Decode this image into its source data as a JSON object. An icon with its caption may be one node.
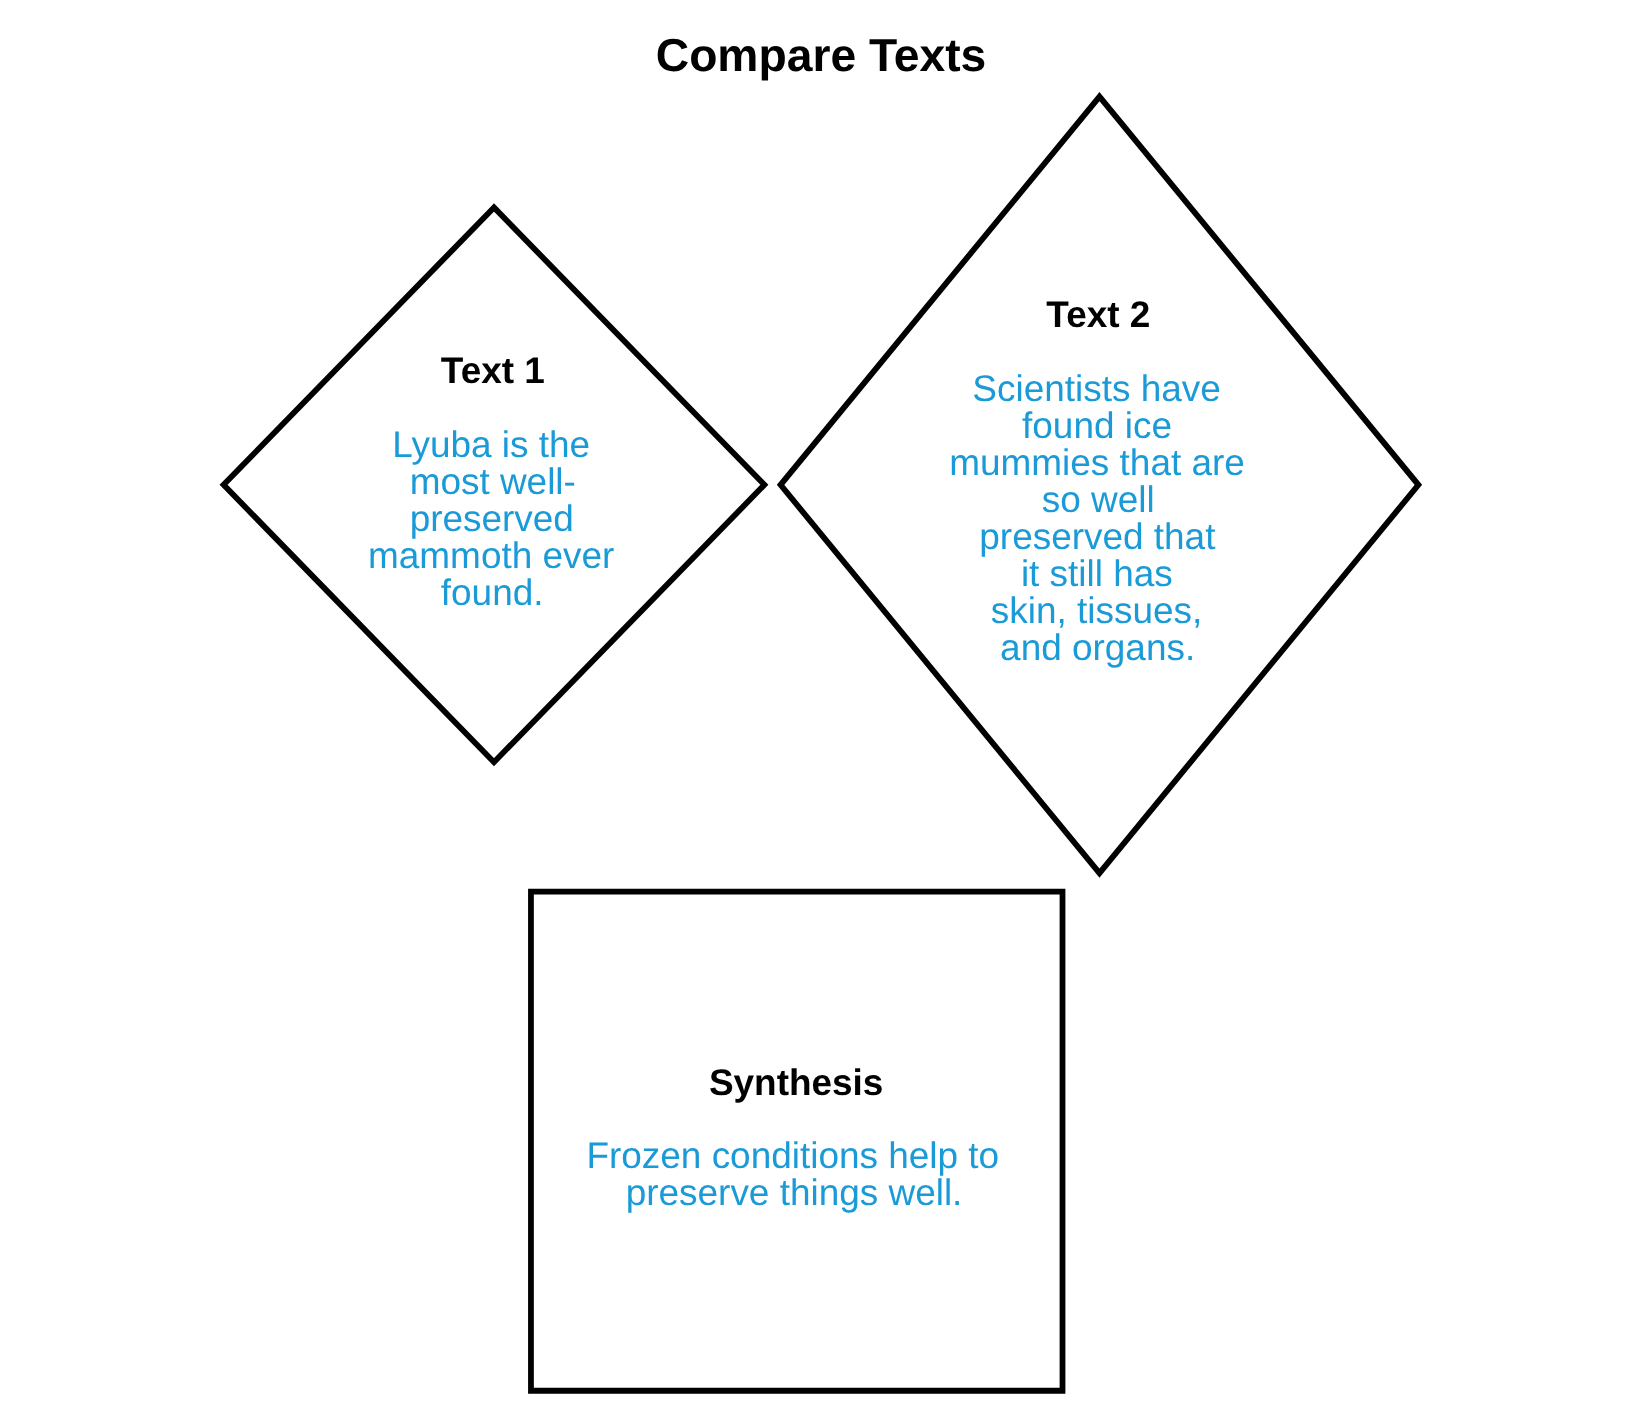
{
  "diagram": {
    "title": "Compare Texts",
    "nodes": [
      {
        "text": [
          "Text 1",
          "Lyuba is the most well-preserved mammoth ever found."
        ]
      },
      {
        "text": [
          "Text 2",
          "Scientists have found ice mummies that are so well preserved that it still has skin, tissues, and organs."
        ]
      },
      {
        "text": [
          "Synthesis",
          "Frozen conditions help to preserve things well."
        ]
      }
    ],
    "edges": []
  }
}
